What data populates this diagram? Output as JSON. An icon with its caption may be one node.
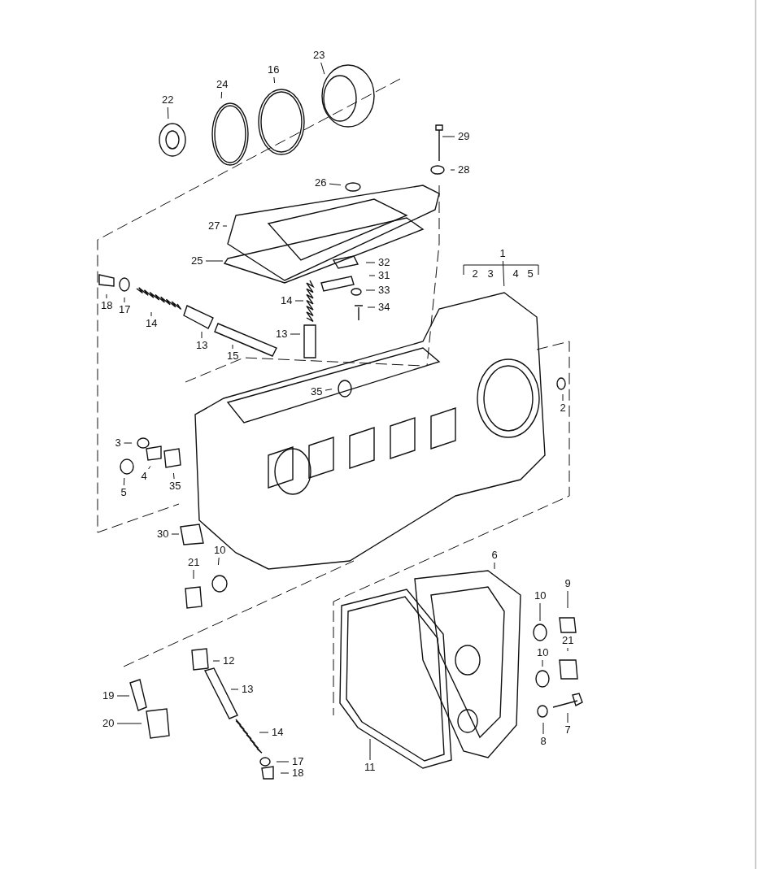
{
  "diagram": {
    "nodes": [
      {
        "text": [
          "23"
        ]
      },
      {
        "text": [
          "16"
        ]
      },
      {
        "text": [
          "24"
        ]
      },
      {
        "text": [
          "22"
        ]
      },
      {
        "text": [
          "29"
        ]
      },
      {
        "text": [
          "28"
        ]
      },
      {
        "text": [
          "26"
        ]
      },
      {
        "text": [
          "27"
        ]
      },
      {
        "text": [
          "1"
        ]
      },
      {
        "text": [
          "25"
        ]
      },
      {
        "text": [
          "32"
        ]
      },
      {
        "text": [
          "31"
        ]
      },
      {
        "text": [
          "33"
        ]
      },
      {
        "text": [
          "14"
        ]
      },
      {
        "text": [
          "34"
        ]
      },
      {
        "text": [
          "18"
        ]
      },
      {
        "text": [
          "17"
        ]
      },
      {
        "text": [
          "14"
        ]
      },
      {
        "text": [
          "13"
        ]
      },
      {
        "text": [
          "13"
        ]
      },
      {
        "text": [
          "15"
        ]
      },
      {
        "text": [
          "35"
        ]
      },
      {
        "text": [
          "2"
        ]
      },
      {
        "text": [
          "3"
        ]
      },
      {
        "text": [
          "4"
        ]
      },
      {
        "text": [
          "35"
        ]
      },
      {
        "text": [
          "5"
        ]
      },
      {
        "text": [
          "30"
        ]
      },
      {
        "text": [
          "10"
        ]
      },
      {
        "text": [
          "21"
        ]
      },
      {
        "text": [
          "6"
        ]
      },
      {
        "text": [
          "9"
        ]
      },
      {
        "text": [
          "10"
        ]
      },
      {
        "text": [
          "21"
        ]
      },
      {
        "text": [
          "10"
        ]
      },
      {
        "text": [
          "12"
        ]
      },
      {
        "text": [
          "13"
        ]
      },
      {
        "text": [
          "19"
        ]
      },
      {
        "text": [
          "20"
        ]
      },
      {
        "text": [
          "14"
        ]
      },
      {
        "text": [
          "7"
        ]
      },
      {
        "text": [
          "8"
        ]
      },
      {
        "text": [
          "17"
        ]
      },
      {
        "text": [
          "18"
        ]
      },
      {
        "text": [
          "11"
        ]
      }
    ],
    "edges": [
      {
        "from": 0,
        "to": null,
        "arrow": "none"
      },
      {
        "from": 1,
        "to": null,
        "arrow": "none"
      },
      {
        "from": 2,
        "to": null,
        "arrow": "none"
      },
      {
        "from": 3,
        "to": null,
        "arrow": "none"
      },
      {
        "from": 4,
        "to": null,
        "arrow": "none"
      },
      {
        "from": 5,
        "to": null,
        "arrow": "none"
      },
      {
        "from": 6,
        "to": null,
        "arrow": "none"
      },
      {
        "from": 7,
        "to": null,
        "arrow": "none"
      },
      {
        "from": 8,
        "to": null,
        "arrow": "none"
      },
      {
        "from": 9,
        "to": null,
        "arrow": "none"
      },
      {
        "from": 10,
        "to": null,
        "arrow": "none"
      },
      {
        "from": 11,
        "to": null,
        "arrow": "none"
      },
      {
        "from": 12,
        "to": null,
        "arrow": "none"
      },
      {
        "from": 13,
        "to": null,
        "arrow": "none"
      },
      {
        "from": 14,
        "to": null,
        "arrow": "none"
      },
      {
        "from": 15,
        "to": null,
        "arrow": "none"
      },
      {
        "from": 16,
        "to": null,
        "arrow": "none"
      },
      {
        "from": 17,
        "to": null,
        "arrow": "none"
      },
      {
        "from": 18,
        "to": null,
        "arrow": "none"
      },
      {
        "from": 19,
        "to": null,
        "arrow": "none"
      },
      {
        "from": 20,
        "to": null,
        "arrow": "none"
      },
      {
        "from": 21,
        "to": null,
        "arrow": "none"
      },
      {
        "from": 22,
        "to": null,
        "arrow": "none"
      },
      {
        "from": 23,
        "to": null,
        "arrow": "none"
      },
      {
        "from": 24,
        "to": null,
        "arrow": "none"
      },
      {
        "from": 25,
        "to": null,
        "arrow": "none"
      },
      {
        "from": 26,
        "to": null,
        "arrow": "none"
      },
      {
        "from": 27,
        "to": null,
        "arrow": "none"
      },
      {
        "from": 28,
        "to": null,
        "arrow": "none"
      },
      {
        "from": 29,
        "to": null,
        "arrow": "none"
      },
      {
        "from": 30,
        "to": null,
        "arrow": "none"
      },
      {
        "from": 31,
        "to": null,
        "arrow": "none"
      },
      {
        "from": 32,
        "to": null,
        "arrow": "none"
      },
      {
        "from": 33,
        "to": null,
        "arrow": "none"
      },
      {
        "from": 34,
        "to": null,
        "arrow": "none"
      },
      {
        "from": 35,
        "to": null,
        "arrow": "none"
      },
      {
        "from": 36,
        "to": null,
        "arrow": "none"
      },
      {
        "from": 37,
        "to": null,
        "arrow": "none"
      },
      {
        "from": 38,
        "to": null,
        "arrow": "none"
      },
      {
        "from": 39,
        "to": null,
        "arrow": "none"
      },
      {
        "from": 40,
        "to": null,
        "arrow": "none"
      },
      {
        "from": 41,
        "to": null,
        "arrow": "none"
      },
      {
        "from": 42,
        "to": null,
        "arrow": "none"
      },
      {
        "from": 43,
        "to": null,
        "arrow": "none"
      },
      {
        "from": 44,
        "to": null,
        "arrow": "none"
      }
    ],
    "labels": [
      "2",
      "3",
      "4",
      "5"
    ]
  }
}
